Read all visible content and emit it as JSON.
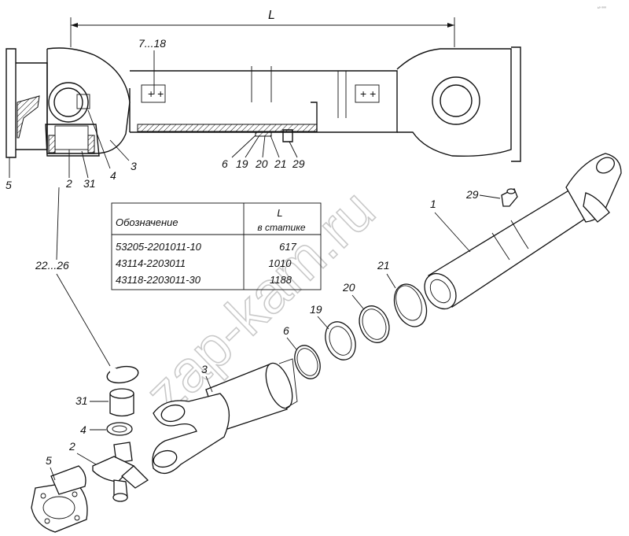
{
  "dimension_label": "L",
  "corner_mark": "ᵏ⁰ ⁰⁰⁰",
  "watermark": "zap-kam.ru",
  "callouts": {
    "c1": "1",
    "c2a": "2",
    "c2b": "2",
    "c3a": "3",
    "c3b": "3",
    "c4a": "4",
    "c4b": "4",
    "c5a": "5",
    "c5b": "5",
    "c6a": "6",
    "c6b": "6",
    "c19a": "19",
    "c19b": "19",
    "c20a": "20",
    "c20b": "20",
    "c21a": "21",
    "c21b": "21",
    "c22_26": "22...26",
    "c29a": "29",
    "c29b": "29",
    "c31a": "31",
    "c31b": "31",
    "c7_18": "7...18"
  },
  "table": {
    "col1_header": "Обозначение",
    "col2_header_top": "L",
    "col2_header_bottom": "в статике",
    "rows": [
      {
        "designation": "53205-2201011-10",
        "length": "617"
      },
      {
        "designation": "43114-2203011",
        "length": "1010"
      },
      {
        "designation": "43118-2203011-30",
        "length": "1188"
      }
    ]
  }
}
